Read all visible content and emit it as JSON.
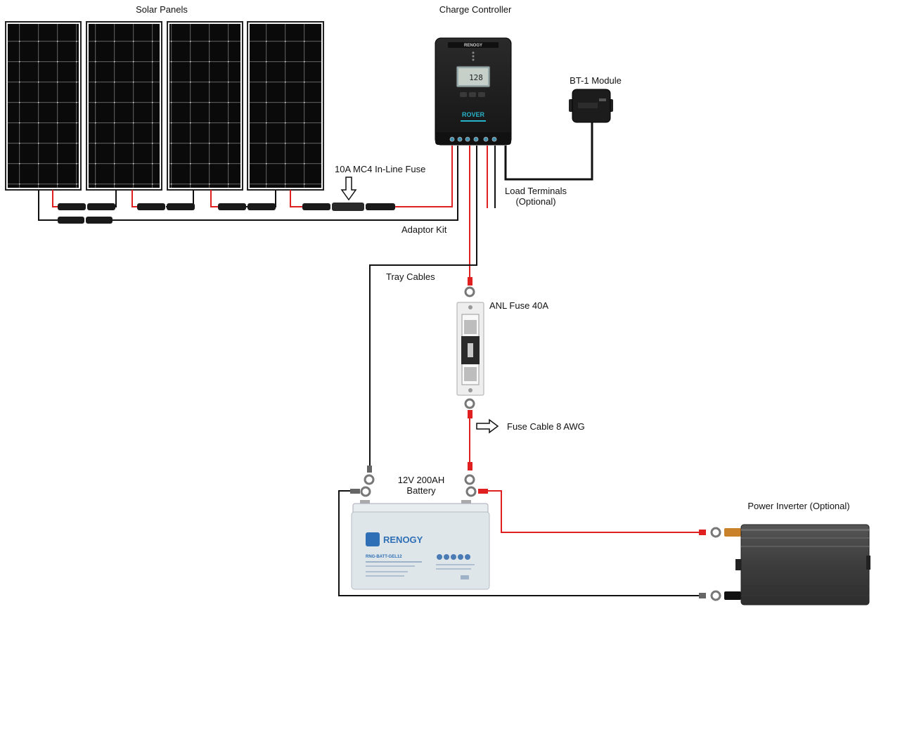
{
  "labels": {
    "solar_panels": "Solar Panels",
    "charge_controller": "Charge Controller",
    "bt1_module": "BT-1 Module",
    "inline_fuse": "10A MC4 In-Line Fuse",
    "load_terminals_line1": "Load Terminals",
    "load_terminals_line2": "(Optional)",
    "adaptor_kit": "Adaptor Kit",
    "tray_cables": "Tray Cables",
    "anl_fuse": "ANL Fuse 40A",
    "fuse_cable": "Fuse Cable 8 AWG",
    "battery_line1": "12V 200AH",
    "battery_line2": "Battery",
    "power_inverter": "Power Inverter (Optional)"
  },
  "device_text": {
    "controller_brand": "RENOGY",
    "controller_display": "128",
    "controller_model": "ROVER",
    "battery_brand": "RENOGY",
    "battery_model": "RNG-BATT-GEL12"
  },
  "colors": {
    "positive_wire": "#e02020",
    "negative_wire": "#111111",
    "panel_cell": "#0c0c0c",
    "battery_body": "#dfe6ea",
    "battery_brand": "#2e6fb5",
    "inverter_body": "#4a4a4a",
    "controller_body": "#1c1c1c",
    "controller_accent": "#27b3c9"
  },
  "counts": {
    "solar_panels": 4
  }
}
